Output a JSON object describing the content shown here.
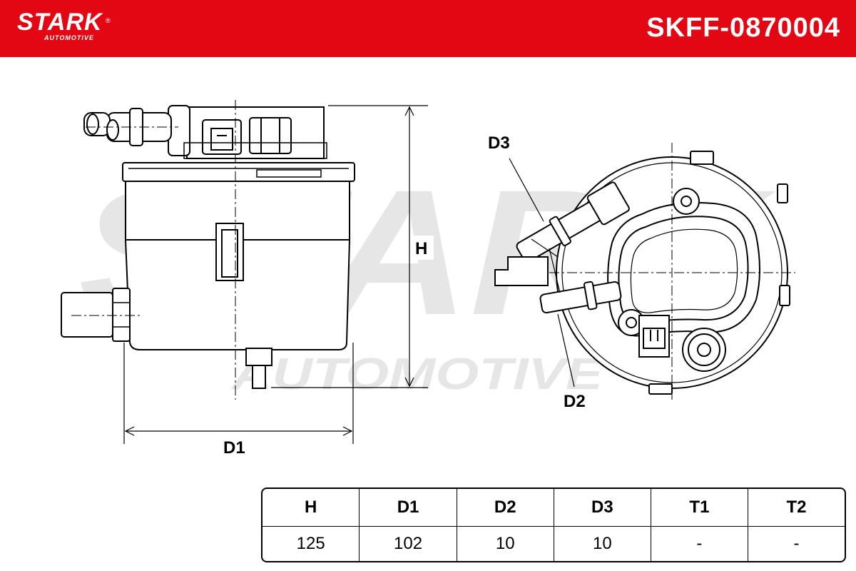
{
  "header": {
    "brand": "STARK",
    "brand_sub": "AUTOMOTIVE",
    "registered": "®",
    "part_number": "SKFF-0870004",
    "color": "#e30613"
  },
  "watermark": {
    "main": "STARK",
    "sub": "AUTOMOTIVE"
  },
  "diagram": {
    "labels": {
      "H": "H",
      "D1": "D1",
      "D2": "D2",
      "D3": "D3"
    }
  },
  "spec_table": {
    "headers": [
      "H",
      "D1",
      "D2",
      "D3",
      "T1",
      "T2"
    ],
    "values": [
      "125",
      "102",
      "10",
      "10",
      "-",
      "-"
    ]
  }
}
